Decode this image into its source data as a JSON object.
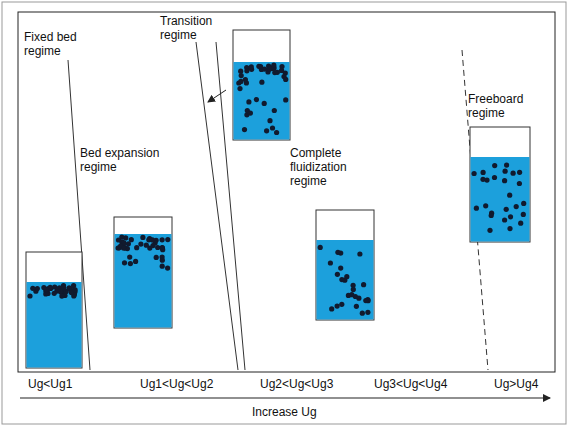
{
  "diagram": {
    "labels": [
      "Fixed bed regime",
      "Bed expansion regime",
      "Transition regime",
      "Complete fluidization regime",
      "Freeboard regime",
      "Ug<Ug1",
      "Ug1<Ug<Ug2",
      "Ug2<Ug<Ug3",
      "Ug3<Ug<Ug4",
      "Ug>Ug4",
      "Increase Ug"
    ]
  }
}
